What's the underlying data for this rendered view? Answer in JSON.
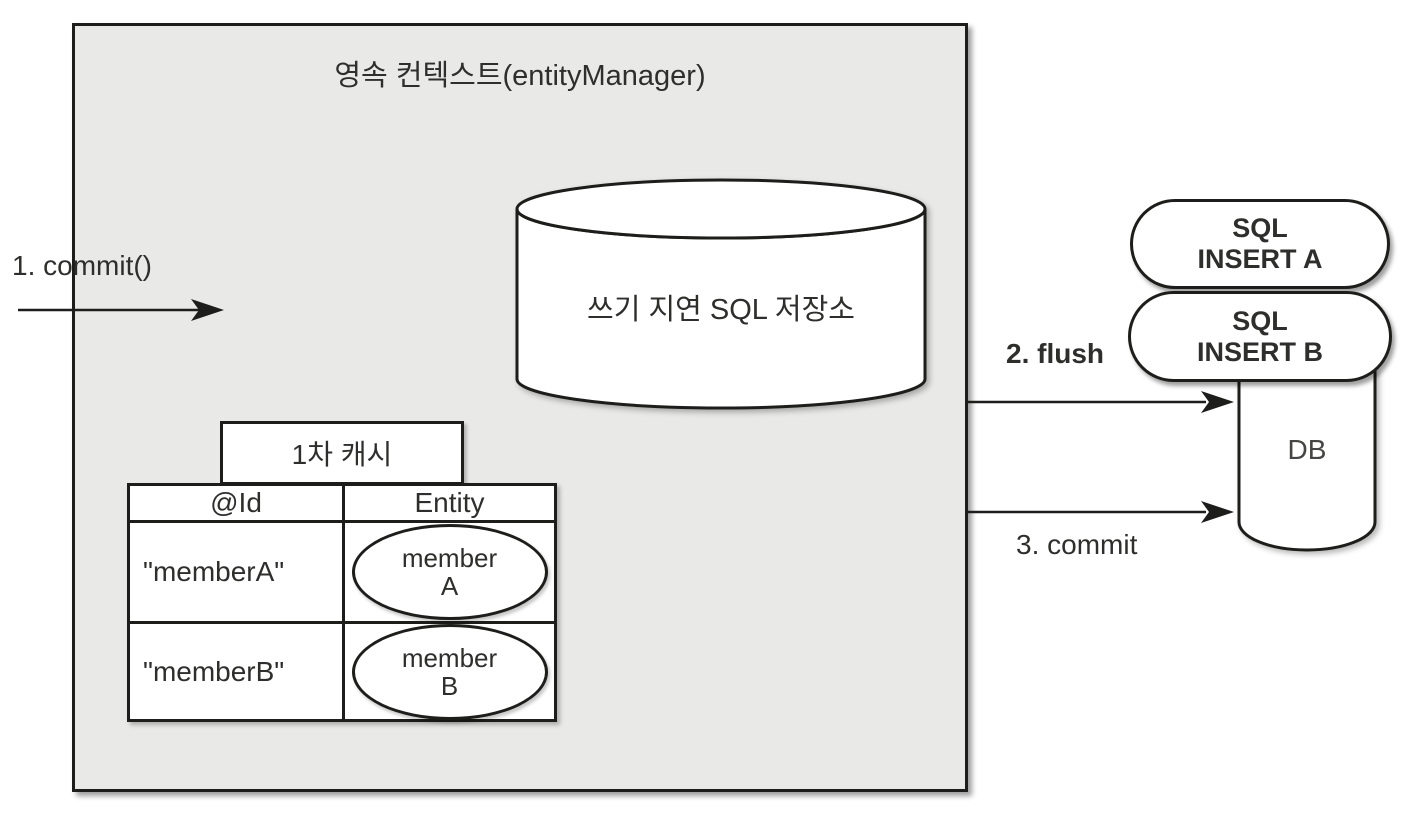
{
  "context": {
    "title": "영속 컨텍스트(entityManager)",
    "sql_store_label": "쓰기 지연 SQL 저장소",
    "cache": {
      "title": "1차 캐시",
      "columns": [
        "@Id",
        "Entity"
      ],
      "rows": [
        {
          "id": "\"memberA\"",
          "entity": {
            "line1": "member",
            "line2": "A"
          }
        },
        {
          "id": "\"memberB\"",
          "entity": {
            "line1": "member",
            "line2": "B"
          }
        }
      ]
    }
  },
  "labels": {
    "step1": "1. commit()",
    "step2": "2. flush",
    "step3": "3. commit"
  },
  "sql_statements": [
    {
      "line1": "SQL",
      "line2": "INSERT A"
    },
    {
      "line1": "SQL",
      "line2": "INSERT B"
    }
  ],
  "db": {
    "label": "DB"
  },
  "colors": {
    "canvas_bg": "#ffffff",
    "context_fill": "#e9e9e7",
    "shape_fill": "#ffffff",
    "stroke": "#1d1d1b",
    "text": "#2e2e2c"
  }
}
